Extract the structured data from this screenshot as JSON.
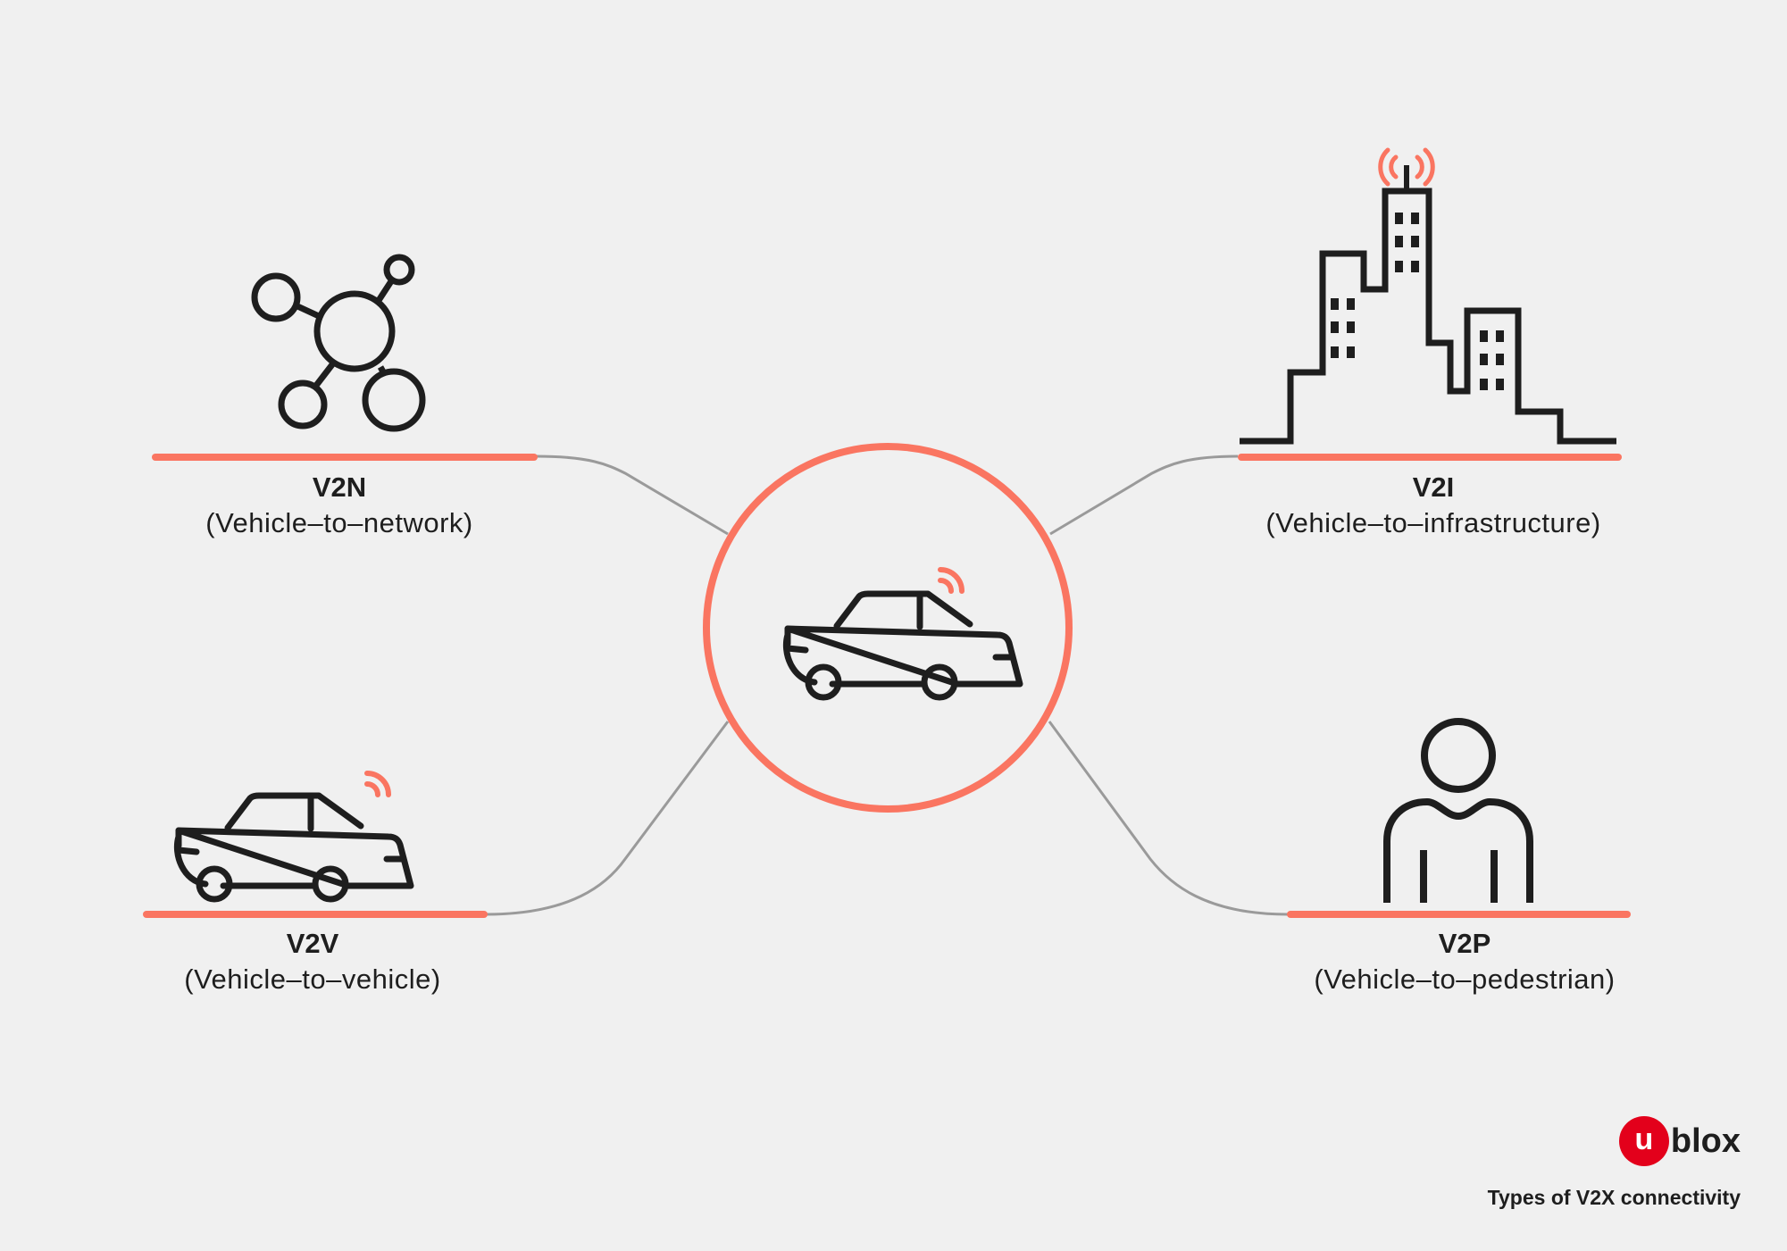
{
  "colors": {
    "accent": "#fa7561",
    "line": "#9a9a9a",
    "ink": "#1e1e1e",
    "background": "#f0f0f0",
    "brand": "#e3001b"
  },
  "nodes": {
    "v2n": {
      "code": "V2N",
      "description": "(Vehicle–to–network)",
      "icon": "network-icon"
    },
    "v2i": {
      "code": "V2I",
      "description": "(Vehicle–to–infrastructure)",
      "icon": "city-icon"
    },
    "v2v": {
      "code": "V2V",
      "description": "(Vehicle–to–vehicle)",
      "icon": "car-icon"
    },
    "v2p": {
      "code": "V2P",
      "description": "(Vehicle–to–pedestrian)",
      "icon": "person-icon"
    }
  },
  "center": {
    "icon": "car-icon"
  },
  "brand": {
    "mark": "u",
    "word": "blox"
  },
  "caption": "Types of V2X connectivity"
}
